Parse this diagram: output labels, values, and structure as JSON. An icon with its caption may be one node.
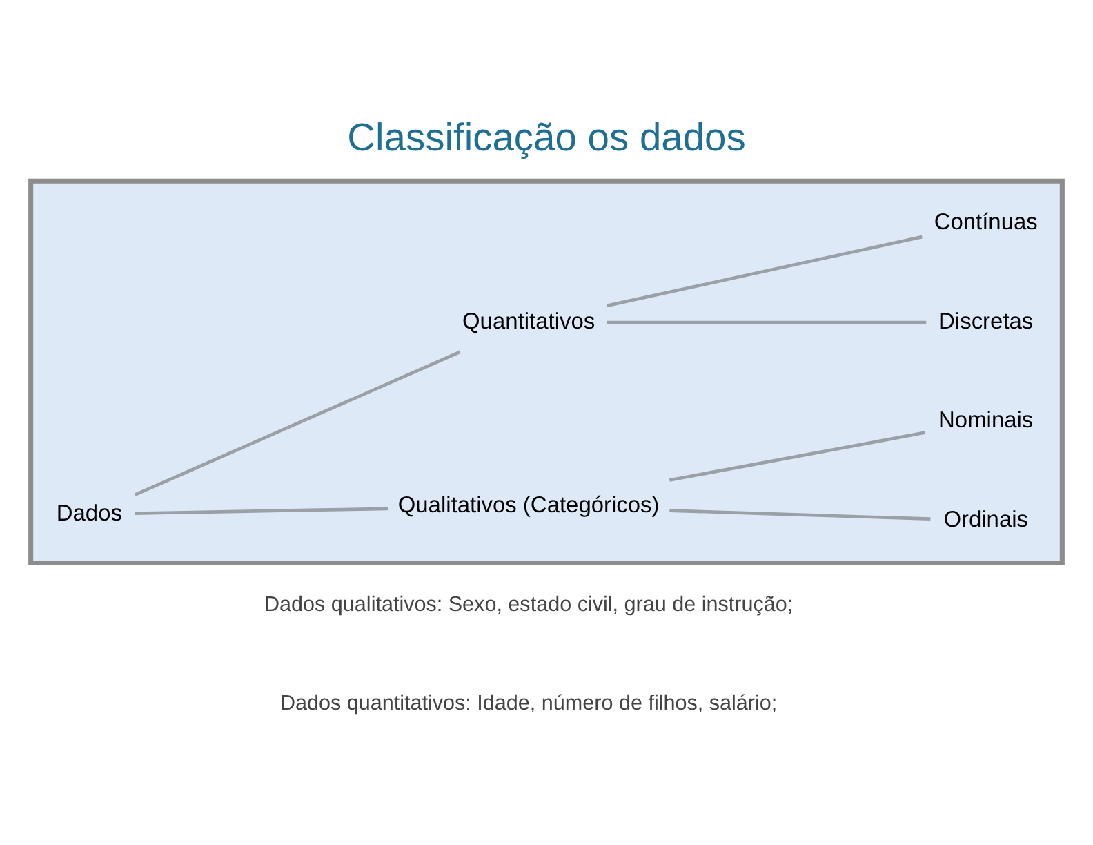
{
  "diagram": {
    "title": "Classificação os dados",
    "nodes": [
      {
        "text": [],
        "shape": "box"
      },
      {
        "text": [
          "Dados"
        ],
        "in": 0
      },
      {
        "text": [
          "Quantitativos"
        ],
        "in": 0
      },
      {
        "text": [
          "Contínuas"
        ],
        "in": 0
      },
      {
        "text": [
          "Discretas"
        ],
        "in": 0
      },
      {
        "text": [
          "Qualitativos (Categóricos)"
        ],
        "in": 0
      },
      {
        "text": [
          "Nominais"
        ],
        "in": 0
      },
      {
        "text": [
          "Ordinais"
        ],
        "in": 0
      }
    ],
    "edges": [
      {
        "from": 1,
        "to": 2,
        "arrow": "none"
      },
      {
        "from": 1,
        "to": 5,
        "arrow": "none"
      },
      {
        "from": 2,
        "to": 3,
        "arrow": "none"
      },
      {
        "from": 2,
        "to": 4,
        "arrow": "none"
      },
      {
        "from": 5,
        "to": 6,
        "arrow": "none"
      },
      {
        "from": 5,
        "to": 7,
        "arrow": "none"
      }
    ],
    "labels": [
      "Dados qualitativos: Sexo, estado civil, grau de instrução;",
      "Dados quantitativos: Idade, número de filhos, salário;"
    ]
  }
}
